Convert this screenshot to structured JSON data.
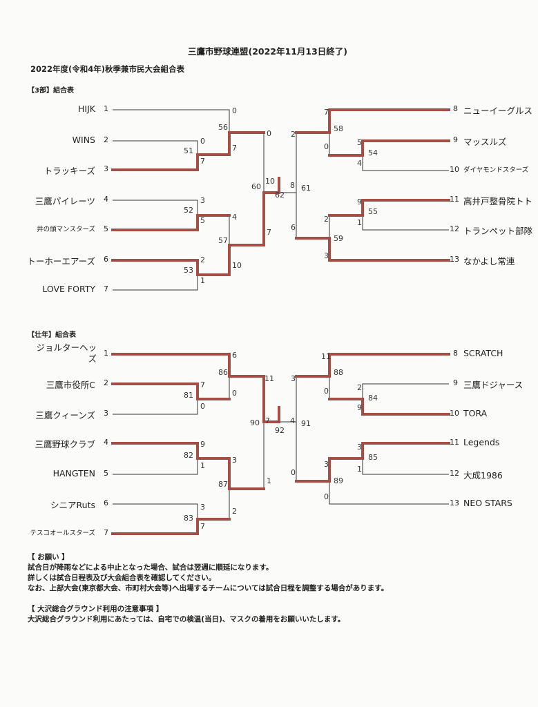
{
  "header": {
    "title": "三鷹市野球連盟(2022年11月13日終了)",
    "subtitle": "2022年度(令和4年)秋季兼市民大会組合表"
  },
  "brackets": [
    {
      "section": "【3部】組合表",
      "left_teams": [
        {
          "seed": "1",
          "name": "HIJK"
        },
        {
          "seed": "2",
          "name": "WINS"
        },
        {
          "seed": "3",
          "name": "トラッキーズ"
        },
        {
          "seed": "4",
          "name": "三鷹パイレーツ"
        },
        {
          "seed": "5",
          "name": "井の頭マンスターズ"
        },
        {
          "seed": "6",
          "name": "トーホーエアーズ"
        },
        {
          "seed": "7",
          "name": "LOVE FORTY"
        }
      ],
      "right_teams": [
        {
          "seed": "8",
          "name": "ニューイーグルス"
        },
        {
          "seed": "9",
          "name": "マッスルズ"
        },
        {
          "seed": "10",
          "name": "ダイヤモンドスターズ"
        },
        {
          "seed": "11",
          "name": "高井戸整骨院トト"
        },
        {
          "seed": "12",
          "name": "トランペット部隊"
        },
        {
          "seed": "13",
          "name": "なかよし常連"
        }
      ],
      "scores": [
        "0",
        "56",
        "7",
        "0",
        "51",
        "7",
        "0",
        "60",
        "10",
        "62",
        "7",
        "3",
        "52",
        "5",
        "4",
        "57",
        "2",
        "53",
        "1",
        "10",
        "2",
        "8",
        "61",
        "6",
        "7",
        "58",
        "0",
        "5",
        "54",
        "4",
        "9",
        "55",
        "1",
        "2",
        "59",
        "3"
      ]
    },
    {
      "section": "【壮年】組合表",
      "left_teams": [
        {
          "seed": "1",
          "name": "ジョルターヘッズ"
        },
        {
          "seed": "2",
          "name": "三鷹市役所C"
        },
        {
          "seed": "3",
          "name": "三鷹クィーンズ"
        },
        {
          "seed": "4",
          "name": "三鷹野球クラブ"
        },
        {
          "seed": "5",
          "name": "HANGTEN"
        },
        {
          "seed": "6",
          "name": "シニアRuts"
        },
        {
          "seed": "7",
          "name": "テスコオールスターズ"
        }
      ],
      "right_teams": [
        {
          "seed": "8",
          "name": "SCRATCH"
        },
        {
          "seed": "9",
          "name": "三鷹ドジャース"
        },
        {
          "seed": "10",
          "name": "TORA"
        },
        {
          "seed": "11",
          "name": "Legends"
        },
        {
          "seed": "12",
          "name": "大成1986"
        },
        {
          "seed": "13",
          "name": "NEO STARS"
        }
      ],
      "scores": [
        "6",
        "86",
        "0",
        "7",
        "81",
        "0",
        "11",
        "90",
        "7",
        "92",
        "1",
        "9",
        "82",
        "1",
        "3",
        "87",
        "3",
        "83",
        "7",
        "2",
        "3",
        "4",
        "91",
        "0",
        "11",
        "88",
        "0",
        "2",
        "84",
        "9",
        "3",
        "85",
        "1",
        "3",
        "89",
        "0"
      ]
    }
  ],
  "notes": {
    "request_heading": "【 お願い 】",
    "request_lines": [
      "試合日が降雨などによる中止となった場合、試合は翌週に順延になります。",
      "詳しくは試合日程表及び大会組合表を確認してください。",
      "なお、上部大会(東京都大会、市町村大会等)へ出場するチームについては試合日程を調整する場合があります。"
    ],
    "ground_heading": "【 大沢総合グラウンド利用の注意事項 】",
    "ground_line": "大沢総合グラウンド利用にあたっては、自宅での検温(当日)、マスクの着用をお願いいたします。"
  },
  "colors": {
    "winner_line": "#a44e48",
    "line": "#333333"
  }
}
